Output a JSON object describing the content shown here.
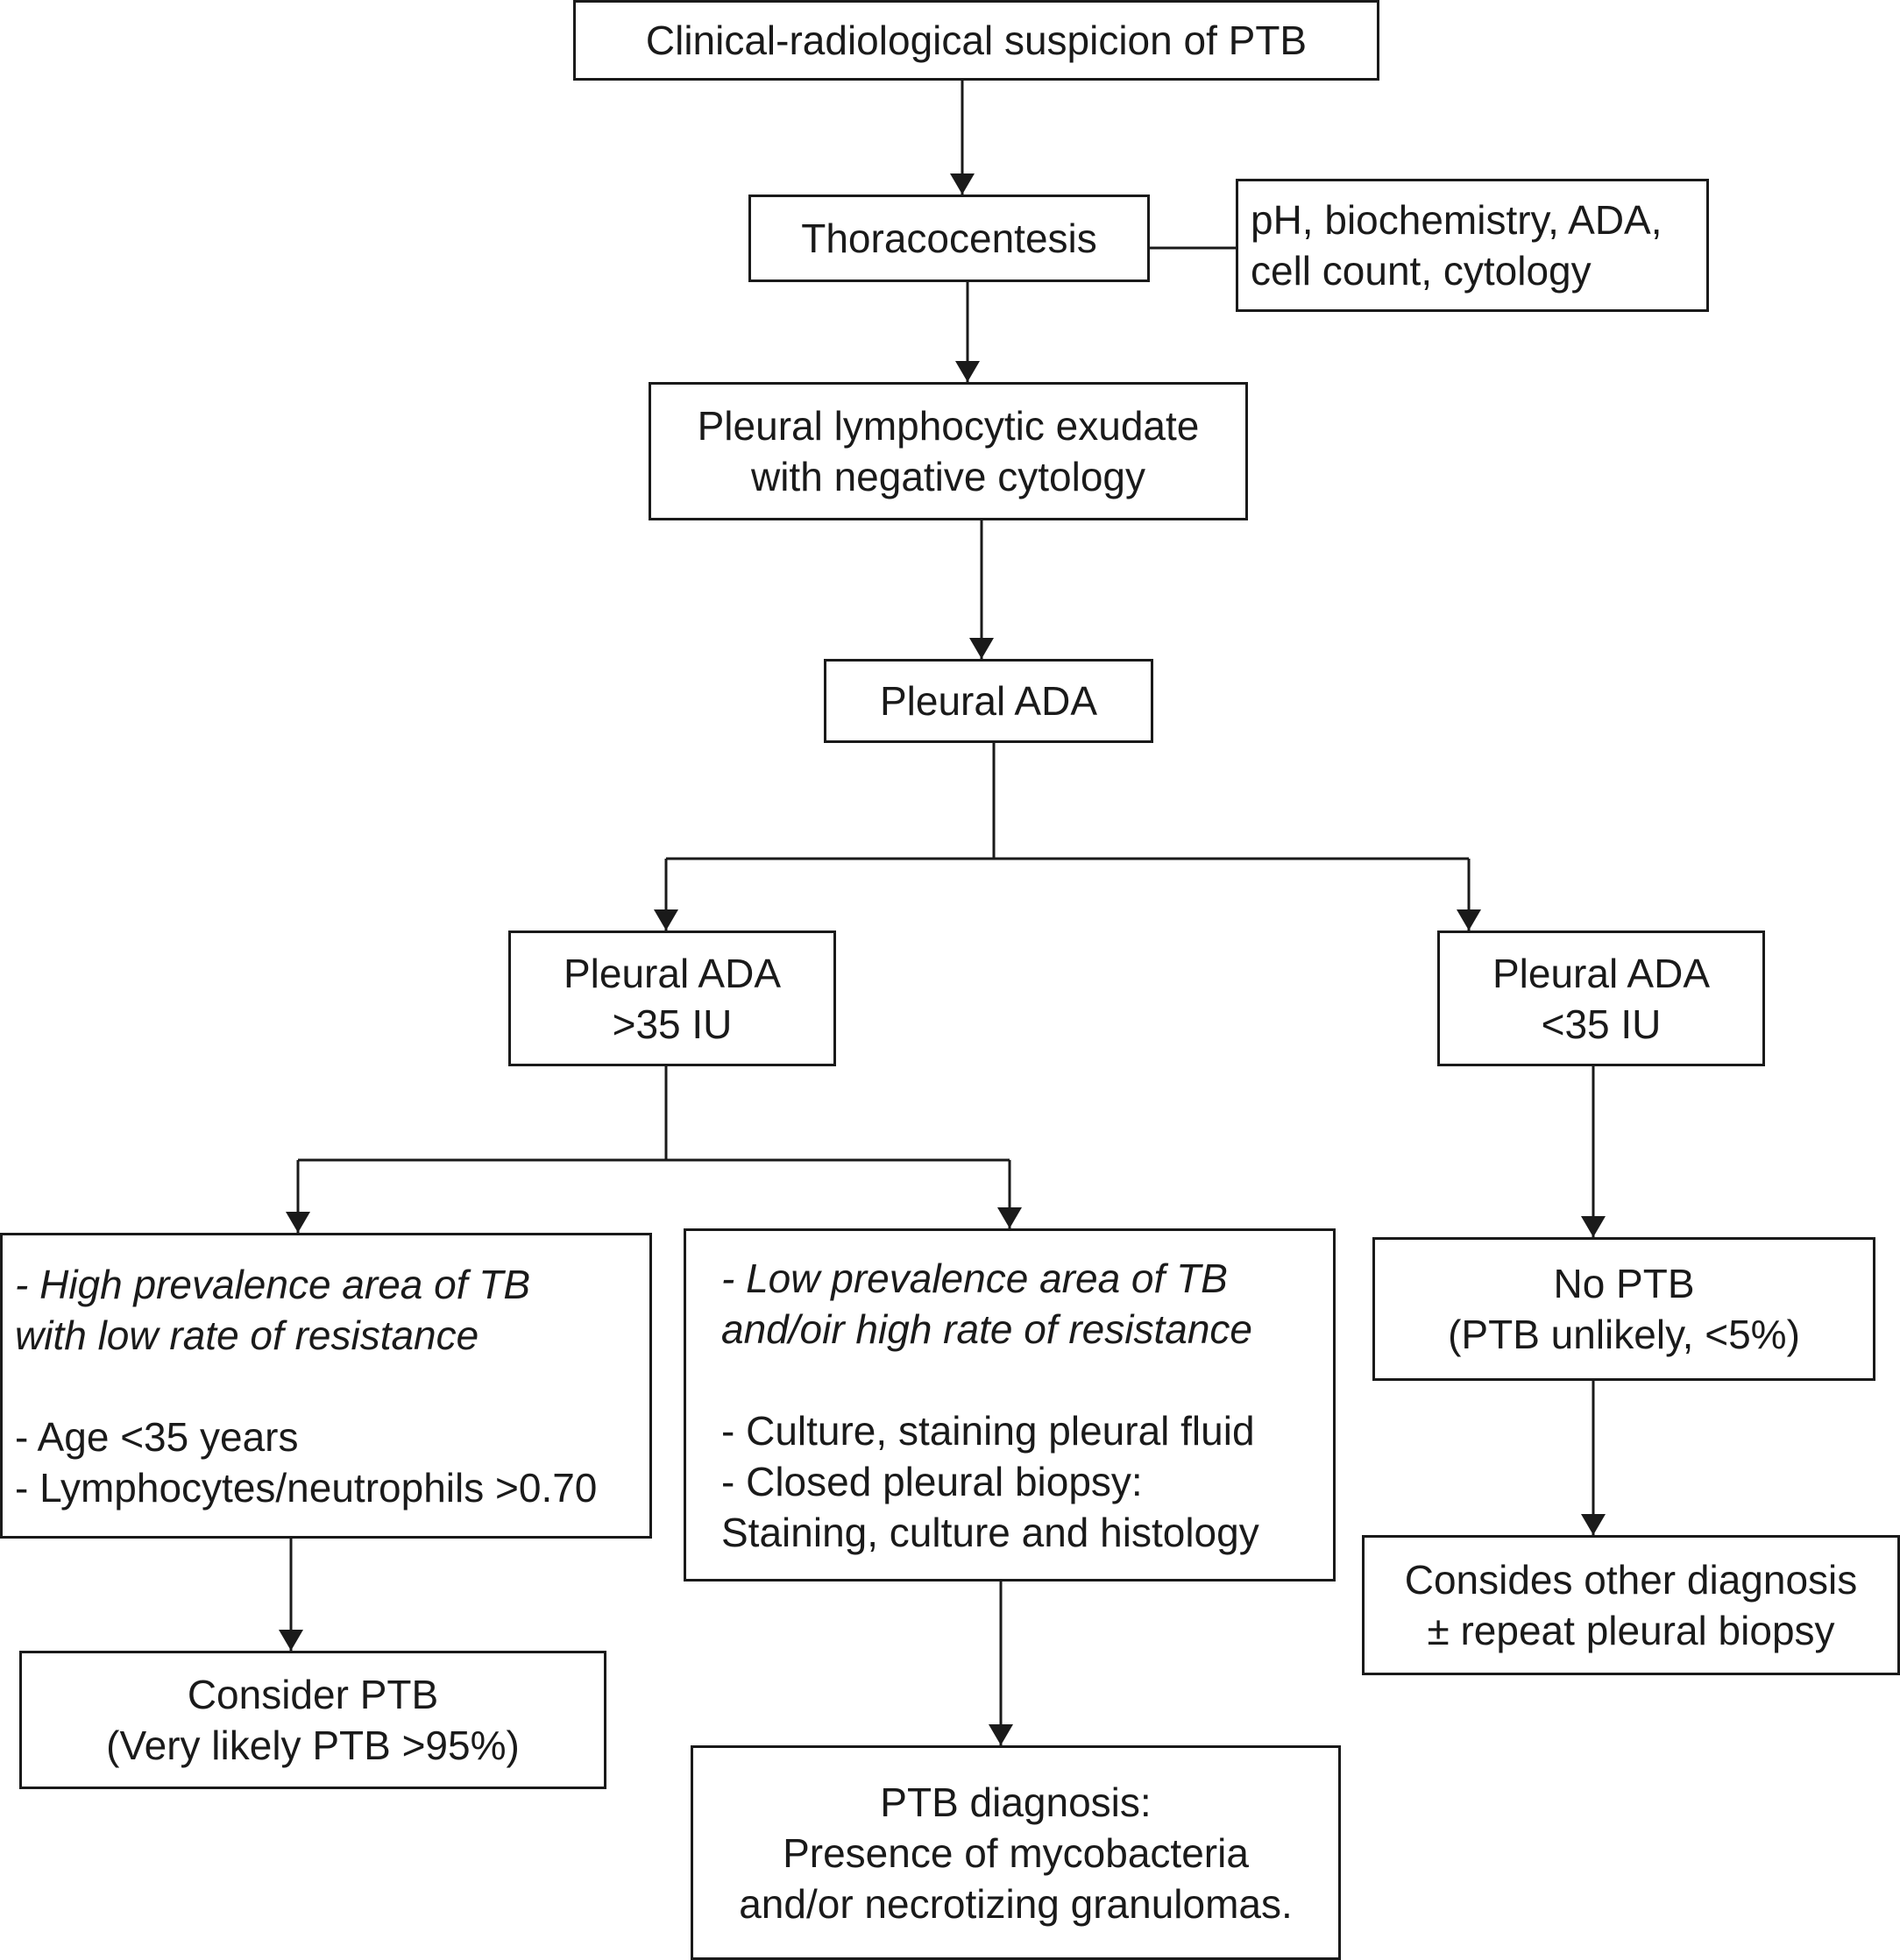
{
  "nodes": {
    "suspicion": {
      "lines": [
        "Clinical-radiological suspicion of PTB"
      ]
    },
    "thoracocentesis": {
      "lines": [
        "Thoracocentesis"
      ]
    },
    "tests": {
      "lines": [
        "pH, biochemistry, ADA,",
        "cell count, cytology"
      ]
    },
    "exudate": {
      "lines": [
        "Pleural lymphocytic exudate",
        "with negative cytology"
      ]
    },
    "pleural_ada": {
      "lines": [
        "Pleural ADA"
      ]
    },
    "ada_high": {
      "lines": [
        "Pleural ADA",
        ">35 IU"
      ]
    },
    "ada_low": {
      "lines": [
        "Pleural ADA",
        "<35 IU"
      ]
    },
    "high_prevalence": {
      "italic_lines": [
        "- High prevalence area of TB",
        "with low rate of resistance"
      ],
      "lines": [
        "- Age <35 years",
        "- Lymphocytes/neutrophils >0.70"
      ]
    },
    "low_prevalence": {
      "italic_lines": [
        "- Low prevalence area of TB",
        "and/oir high rate of resistance"
      ],
      "lines": [
        "- Culture, staining pleural fluid",
        "- Closed pleural biopsy:",
        "Staining, culture and histology"
      ]
    },
    "no_ptb": {
      "lines": [
        "No PTB",
        "(PTB unlikely, <5%)"
      ]
    },
    "consider_ptb": {
      "lines": [
        "Consider PTB",
        "(Very likely PTB >95%)"
      ]
    },
    "ptb_diagnosis": {
      "lines": [
        "PTB diagnosis:",
        "Presence of mycobacteria",
        "and/or necrotizing granulomas."
      ]
    },
    "other_diagnosis": {
      "lines": [
        "Consides other diagnosis",
        "± repeat pleural biopsy"
      ]
    }
  }
}
